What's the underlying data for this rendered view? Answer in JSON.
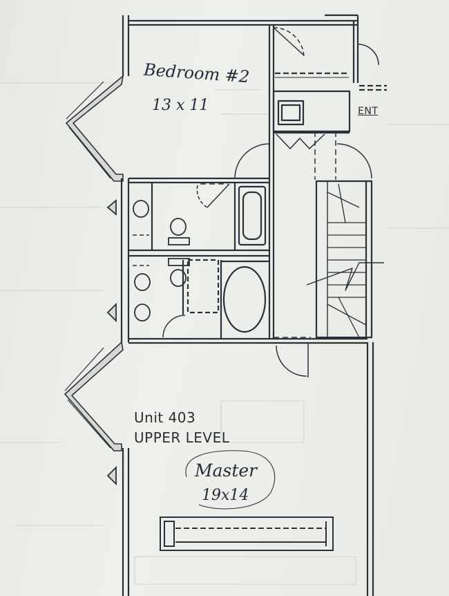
{
  "rooms": {
    "bedroom2": {
      "name": "Bedroom #2",
      "size": "13 x 11"
    },
    "master": {
      "name": "Master",
      "size": "19x14"
    }
  },
  "labels": {
    "entry": "ENT",
    "unit": "Unit 403",
    "level": "UPPER LEVEL"
  },
  "colors": {
    "line": "#2b2f3a",
    "paper": "#e9ebe6",
    "faint": "#c9ccc7"
  }
}
